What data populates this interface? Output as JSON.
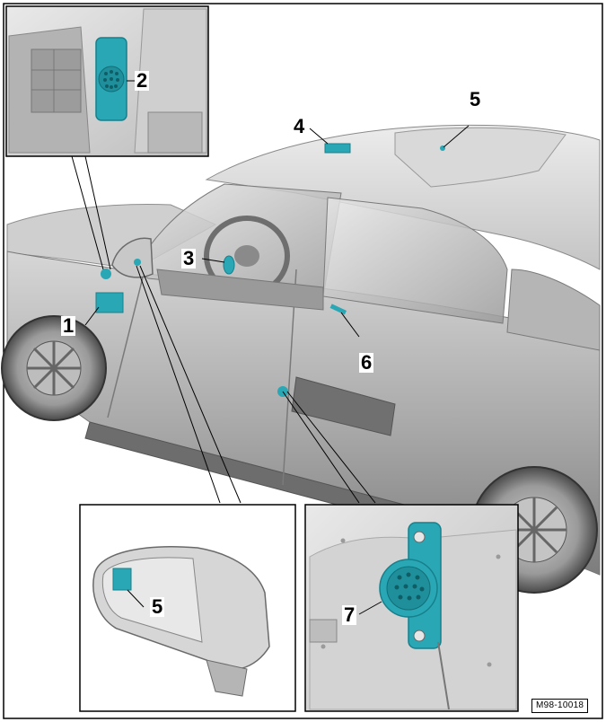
{
  "callouts": {
    "c1": "1",
    "c2": "2",
    "c3": "3",
    "c4": "4",
    "c5_roof": "5",
    "c5_mirror": "5",
    "c6": "6",
    "c7": "7"
  },
  "reference": "M98-10018",
  "colors": {
    "component": "#2aa7b5",
    "component_dark": "#16808c",
    "body_light": "#d8d8d8",
    "body_mid": "#a9a9a9",
    "body_dark": "#6e6e6e"
  },
  "icons": {
    "vehicle": "vehicle-illustration",
    "connector": "connector-icon",
    "sensor": "sensor-icon"
  }
}
